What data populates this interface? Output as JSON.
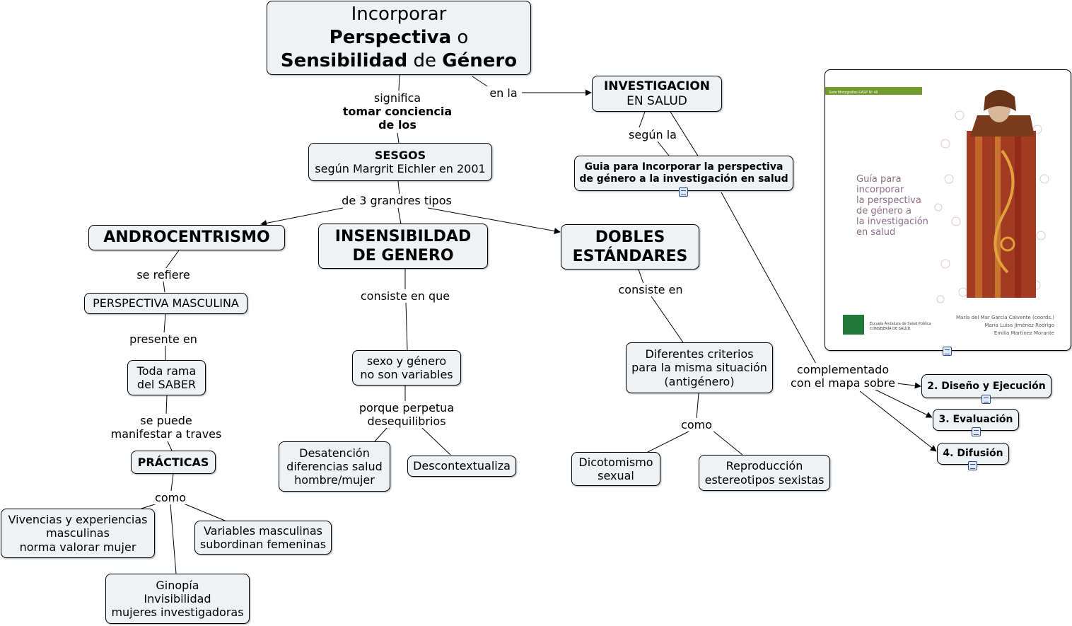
{
  "nodes": {
    "title": [
      "Incorporar",
      "Perspectiva o",
      "Sensibilidad de Género"
    ],
    "investigacion": [
      "INVESTIGACION",
      "EN SALUD"
    ],
    "sesgos": [
      "SESGOS",
      "según Margrit Eichler en 2001"
    ],
    "guia": [
      "Guia para Incorporar la perspectiva",
      "de género a la investigación en salud"
    ],
    "androcentrismo": "ANDROCENTRISMO",
    "insensibilidad": [
      "INSENSIBILDAD",
      "DE GENERO"
    ],
    "dobles": [
      "DOBLES",
      "ESTÁNDARES"
    ],
    "perspectiva_masculina": "PERSPECTIVA MASCULINA",
    "toda_rama": [
      "Toda rama",
      "del  SABER"
    ],
    "practicas": "PRÁCTICAS",
    "vivencias": [
      "Vivencias y experiencias",
      "masculinas",
      "norma valorar mujer"
    ],
    "variables_masculinas": [
      "Variables masculinas",
      "subordinan femeninas"
    ],
    "ginopia": [
      "Ginopía",
      "Invisibilidad",
      "mujeres investigadoras"
    ],
    "sexo_genero": [
      "sexo y género",
      "no son variables"
    ],
    "desatencion": [
      "Desatención",
      "diferencias salud",
      "hombre/mujer"
    ],
    "descontextualiza": "Descontextualiza",
    "diferentes_criterios": [
      "Diferentes criterios",
      "para la misma situación",
      "(antigénero)"
    ],
    "dicotomismo": [
      "Dicotomismo",
      "sexual"
    ],
    "reproduccion": [
      "Reproducción",
      "estereotipos sexistas"
    ],
    "diseno": "2. Diseño y Ejecución",
    "evaluacion": "3. Evaluación",
    "difusion": "4. Difusión"
  },
  "links": {
    "significa": [
      "significa",
      "tomar conciencia",
      "de los"
    ],
    "en_la": "en la",
    "segun_la": "según la",
    "de_3_tipos": "de 3 grandres tipos",
    "se_refiere": "se refiere",
    "presente_en": "presente en",
    "se_puede": [
      "se puede",
      "manifestar a traves"
    ],
    "como_1": "como",
    "consiste_en_que": "consiste en que",
    "porque_perpetua": [
      "porque perpetua",
      "desequilibrios"
    ],
    "consiste_en": "consiste en",
    "como_2": "como",
    "complementado": [
      "complementado",
      "con el mapa sobre"
    ]
  },
  "book_cover": {
    "series": "Serie Monografías EASP Nº 48",
    "title_lines": [
      "Guía para",
      "incorporar",
      "la perspectiva",
      "de género a",
      "la investigación",
      "en salud"
    ],
    "authors": [
      "María del Mar García Calvente (coords.)",
      "María Luisa Jiménez Rodrigo",
      "Emilia Martínez Morante"
    ],
    "publisher": [
      "Escuela Andaluza de Salud Pública",
      "CONSEJERÍA DE SALUD"
    ],
    "accent_color": "#6f9a2c"
  },
  "colors": {
    "node_fill": "#eef2f4",
    "line": "#000000"
  }
}
